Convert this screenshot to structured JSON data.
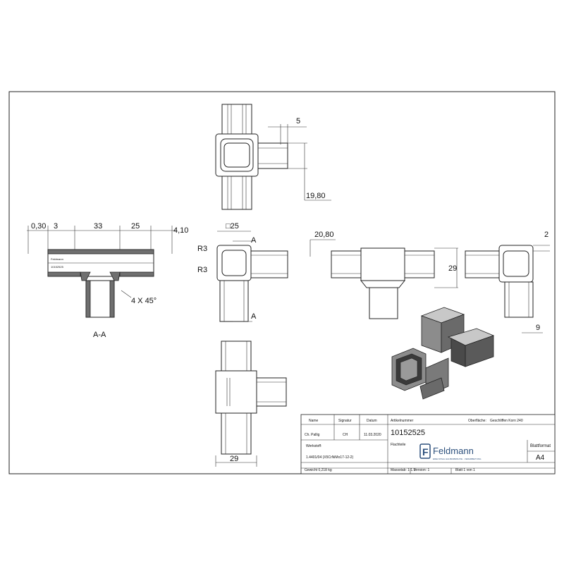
{
  "colors": {
    "frame": "#222222",
    "part_fill": "#ffffff",
    "shade_dark": "#4a4a4a",
    "shade_mid": "#8c8c8c",
    "shade_light": "#c8c8c8",
    "logo_blue": "#2b4f7c"
  },
  "dimensions": {
    "top_view": {
      "gap": "5",
      "height": "19,80"
    },
    "section": {
      "wall_offset": "0,30",
      "gap": "3",
      "length_a": "33",
      "length_b": "25",
      "right": "4,10",
      "chamfer": "4 X 45°",
      "label": "A-A"
    },
    "front_view": {
      "square": "□25",
      "radius_top": "R3",
      "radius_bottom": "R3",
      "cut_top": "A",
      "cut_bottom": "A"
    },
    "side_view": {
      "overall": "20,80",
      "height": "29"
    },
    "end_view": {
      "top": "2",
      "bottom": "9"
    },
    "bottom_view": {
      "width": "29"
    }
  },
  "title_block": {
    "headers": {
      "name": "Name",
      "signature": "Signatur",
      "date": "Datum",
      "article_label": "Artikelnummer",
      "surface_label": "Oberfläche:",
      "surface_value": "Geschliffen Korn 240"
    },
    "drawn_by": "Ch. Pallig",
    "sign": "CH",
    "date": "11.03.2020",
    "article_number": "10152525",
    "description_label": "Flachteile",
    "material_label": "Werkstoff:",
    "material_value": "1.4401/04 (X5CrNiMo17-12-2)",
    "weight": "Gewicht 0,218 kg",
    "scale": "Massstab: 1:1.5",
    "version": "Version: 1",
    "sheet": "Blatt 1 von 1",
    "format_label": "Blattformat",
    "format_value": "A4",
    "logo_text": "Feldmann",
    "logo_sub": "EDELSTAHL HALBFABRIKATE · VERARBEITUNG",
    "logo_letter": "F"
  }
}
